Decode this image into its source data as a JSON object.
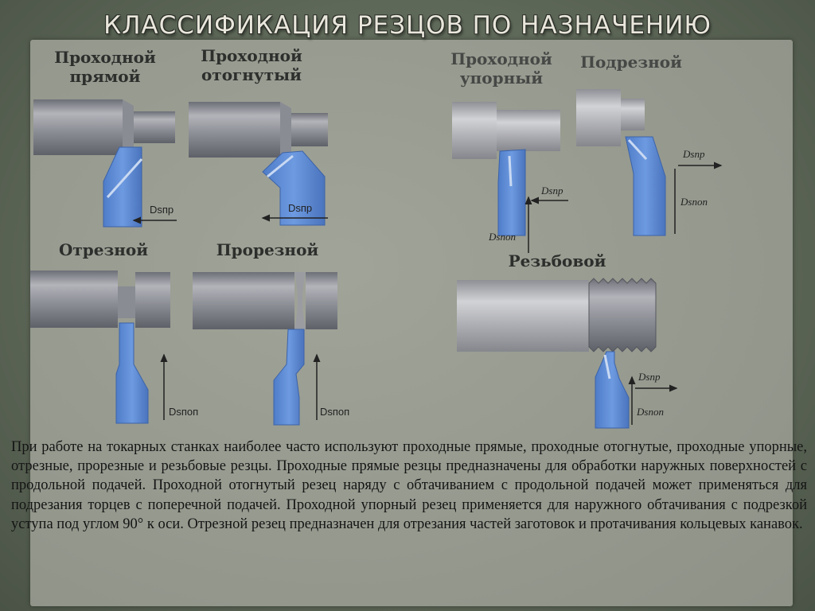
{
  "title": "КЛАССИФИКАЦИЯ РЕЗЦОВ ПО НАЗНАЧЕНИЮ",
  "labels": {
    "straight": "Проходной\nпрямой",
    "bent": "Проходной\nотогнутый",
    "thrust": "Проходной\nупорный",
    "facing": "Подрезной",
    "cutoff": "Отрезной",
    "grooving": "Прорезной",
    "thread": "Резьбовой"
  },
  "feed_labels": {
    "straight": "Dsпр",
    "bent": "Dsпр",
    "thrust_long": "Dsпр",
    "thrust_cross": "Dsпоп",
    "facing_long": "Dsпр",
    "facing_cross": "Dsпоп",
    "cutoff": "Dsпоп",
    "grooving": "Dsпоп",
    "thread_long": "Dsпр",
    "thread_cross": "Dsпоп"
  },
  "colors": {
    "workpiece": "#8a8c93",
    "tool_blue": "#5a88d4",
    "tool_edge": "#3c63a8"
  },
  "description": {
    "p1": "При работе на токарных станках наиболее часто используют ",
    "h1": "проходные прямые",
    "p2": ", ",
    "h2": "проходные отогнутые",
    "p3": ", ",
    "h3": "проходные упорные",
    "p4": ", ",
    "h4": "отрезные",
    "p5": ", ",
    "h5": "прорезные и резьбовые резцы",
    "p6": ". Проходные прямые резцы предназначены для обработки наружных поверхностей с продольной подачей. Проходной отогнутый резец наряду с обтачиванием с продольной подачей может применяться для подрезания торцев с поперечной подачей. Проходной упорный резец применяется для наружного обтачивания с подрезкой уступа под углом 90° к оси. Отрезной резец предназначен для отрезания частей заготовок и протачивания кольцевых канавок."
  }
}
